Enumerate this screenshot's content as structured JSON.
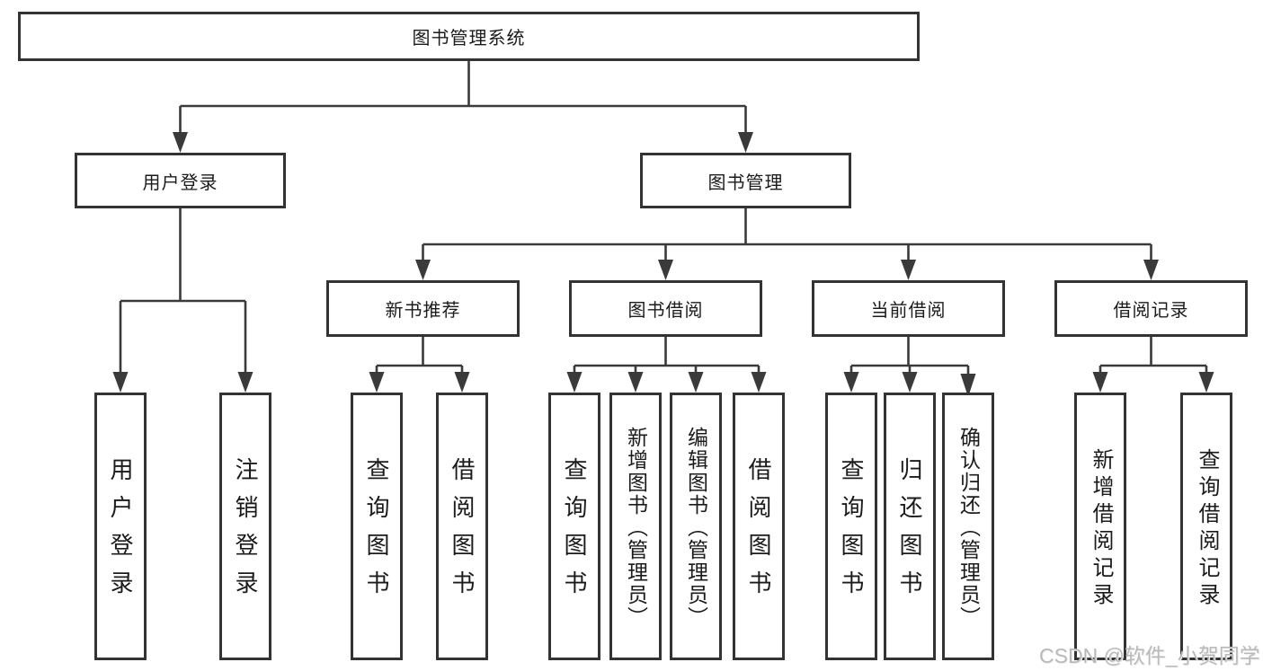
{
  "diagram": {
    "title": "图书管理系统",
    "root": {
      "label": "图书管理系统"
    },
    "level2": [
      {
        "label": "用户登录"
      },
      {
        "label": "图书管理"
      }
    ],
    "level3": [
      {
        "label": "新书推荐"
      },
      {
        "label": "图书借阅"
      },
      {
        "label": "当前借阅"
      },
      {
        "label": "借阅记录"
      }
    ],
    "leaves": {
      "user_login": [
        "用户登录",
        "注销登录"
      ],
      "new_books": [
        "查询图书",
        "借阅图书"
      ],
      "book_borrow": [
        "查询图书",
        "新增图书（管理员）",
        "编辑图书（管理员）",
        "借阅图书"
      ],
      "current_borrow": [
        "查询图书",
        "归还图书",
        "确认归还（管理员）"
      ],
      "borrow_records": [
        "新增借阅记录",
        "查询借阅记录"
      ]
    },
    "watermark": "CSDN @软件_小贺同学",
    "colors": {
      "box_border": "#333333",
      "connector": "#3a3a3a",
      "text": "#1b1b1b",
      "watermark": "#b9b9b9",
      "background": "#ffffff"
    }
  }
}
